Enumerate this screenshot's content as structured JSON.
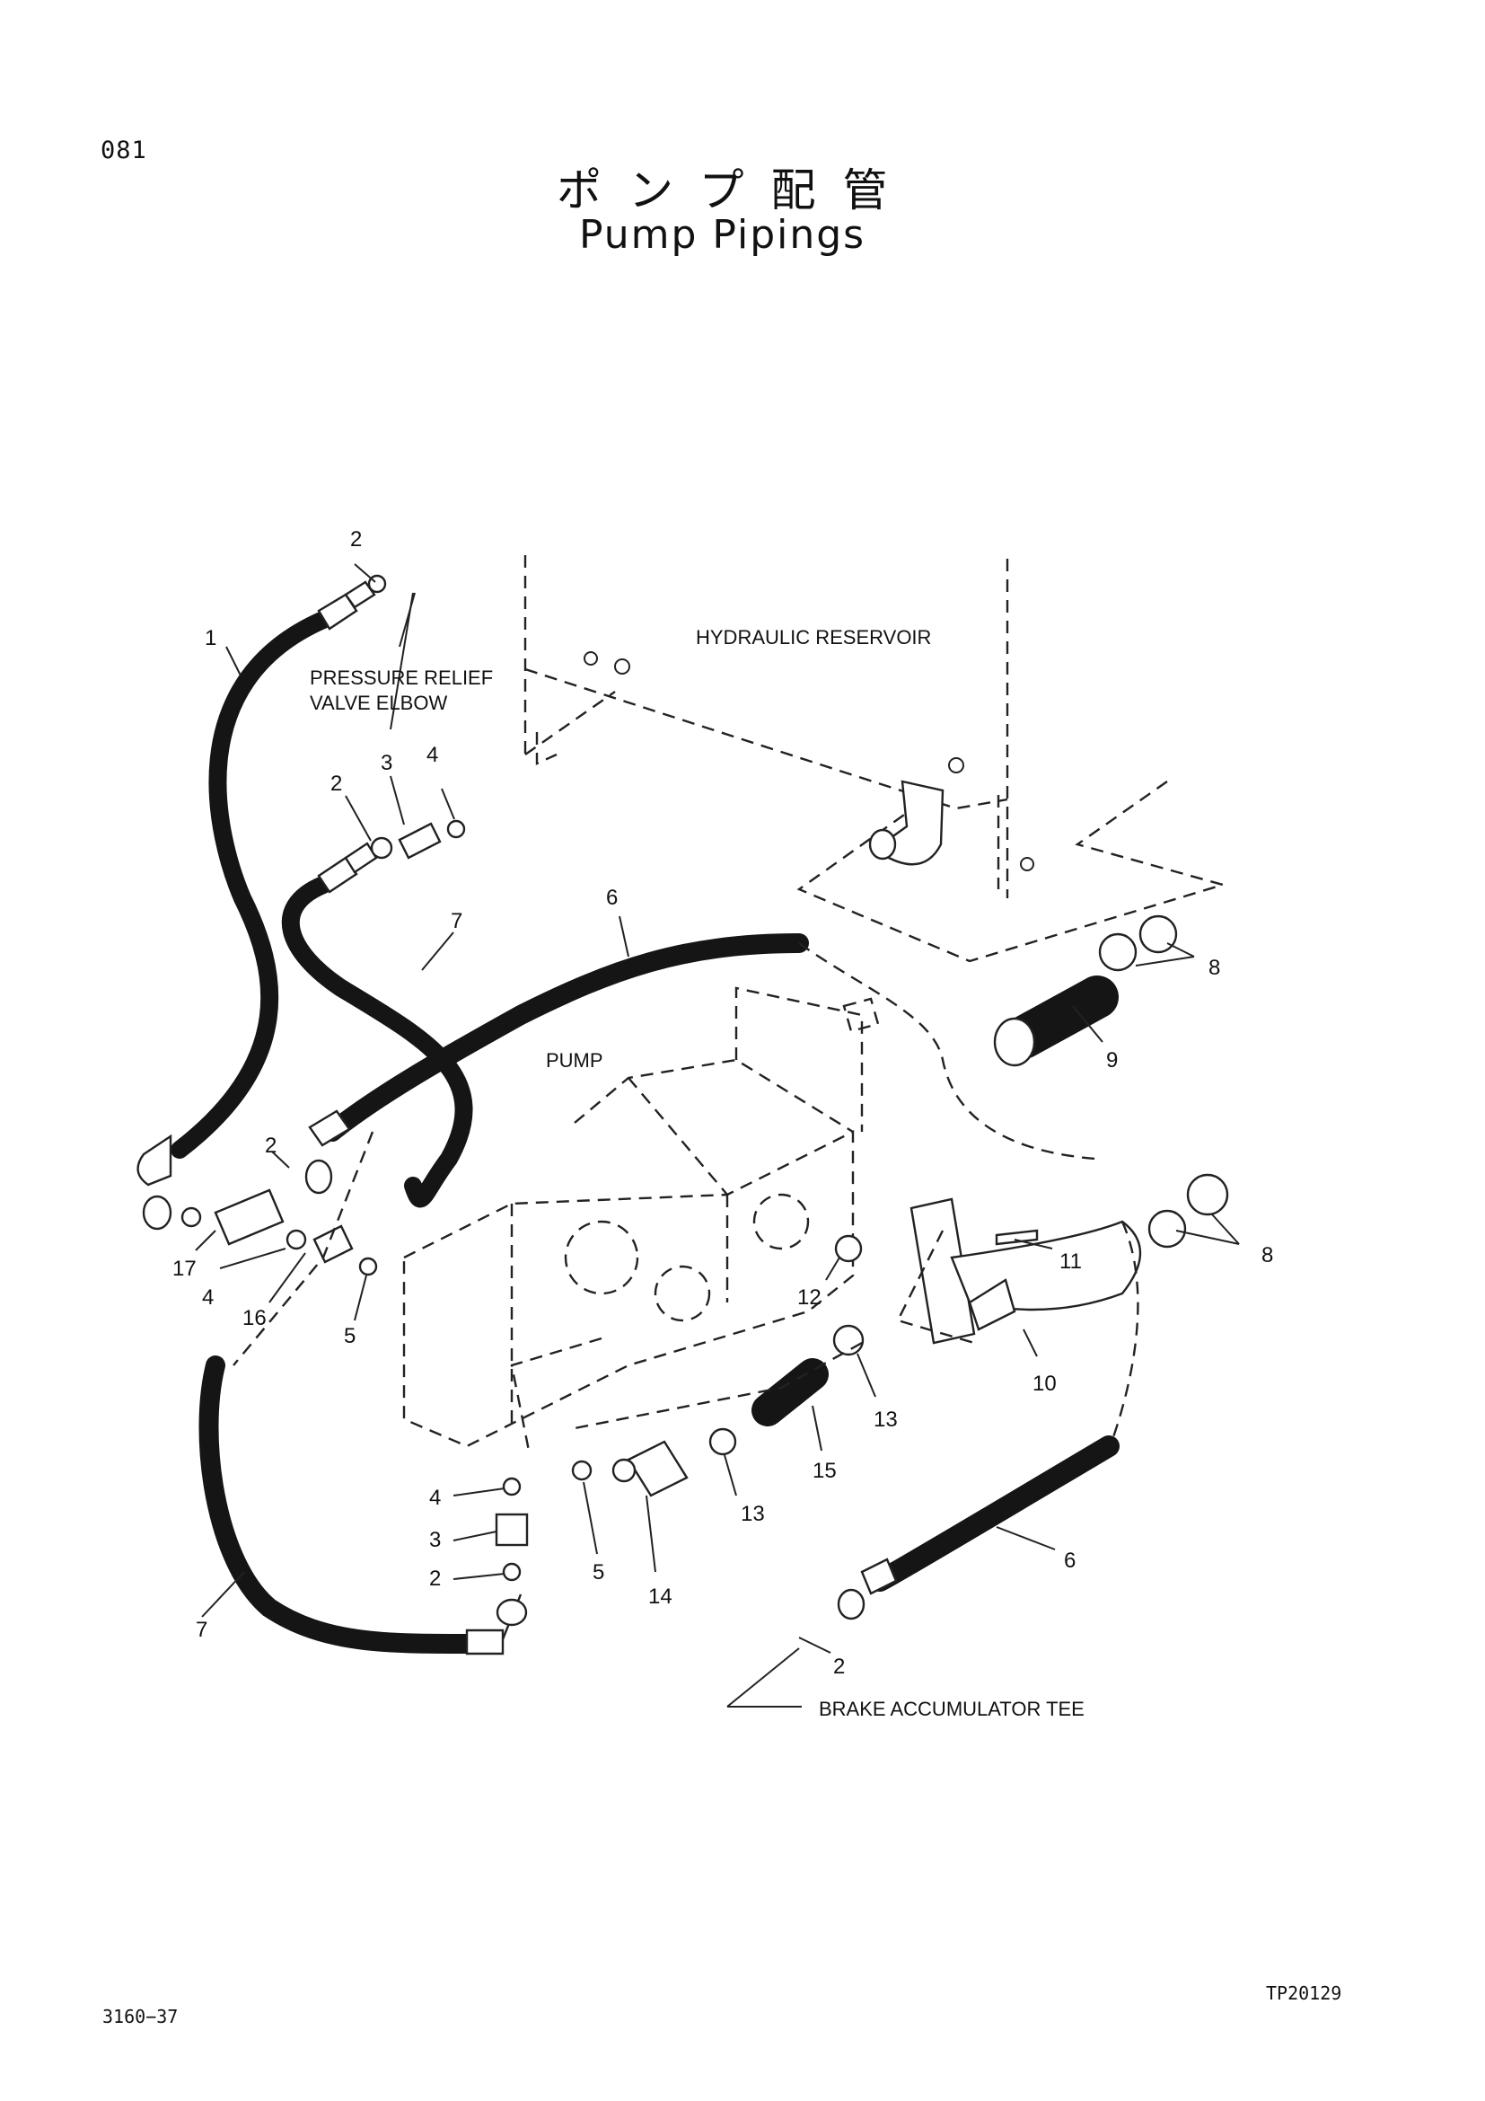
{
  "page_number": "081",
  "title_ja": "ポンプ配管",
  "title_en": "Pump Pipings",
  "footer_left": "3160−37",
  "footer_right": "TP20129",
  "labels": {
    "reservoir": "HYDRAULIC RESERVOIR",
    "relief_1": "PRESSURE RELIEF",
    "relief_2": "VALVE ELBOW",
    "pump": "PUMP",
    "brake": "BRAKE ACCUMULATOR TEE"
  },
  "callouts": {
    "c2a": "2",
    "c1": "1",
    "c2b": "2",
    "c3a": "3",
    "c4a": "4",
    "c6a": "6",
    "c7a": "7",
    "c8a": "8",
    "c9": "9",
    "c2c": "2",
    "c17": "17",
    "c4b": "4",
    "c16": "16",
    "c5a": "5",
    "c8b": "8",
    "c11": "11",
    "c12": "12",
    "c10": "10",
    "c13a": "13",
    "c15": "15",
    "c13b": "13",
    "c4c": "4",
    "c3b": "3",
    "c2d": "2",
    "c5b": "5",
    "c14": "14",
    "c6b": "6",
    "c7b": "7",
    "c2e": "2"
  }
}
